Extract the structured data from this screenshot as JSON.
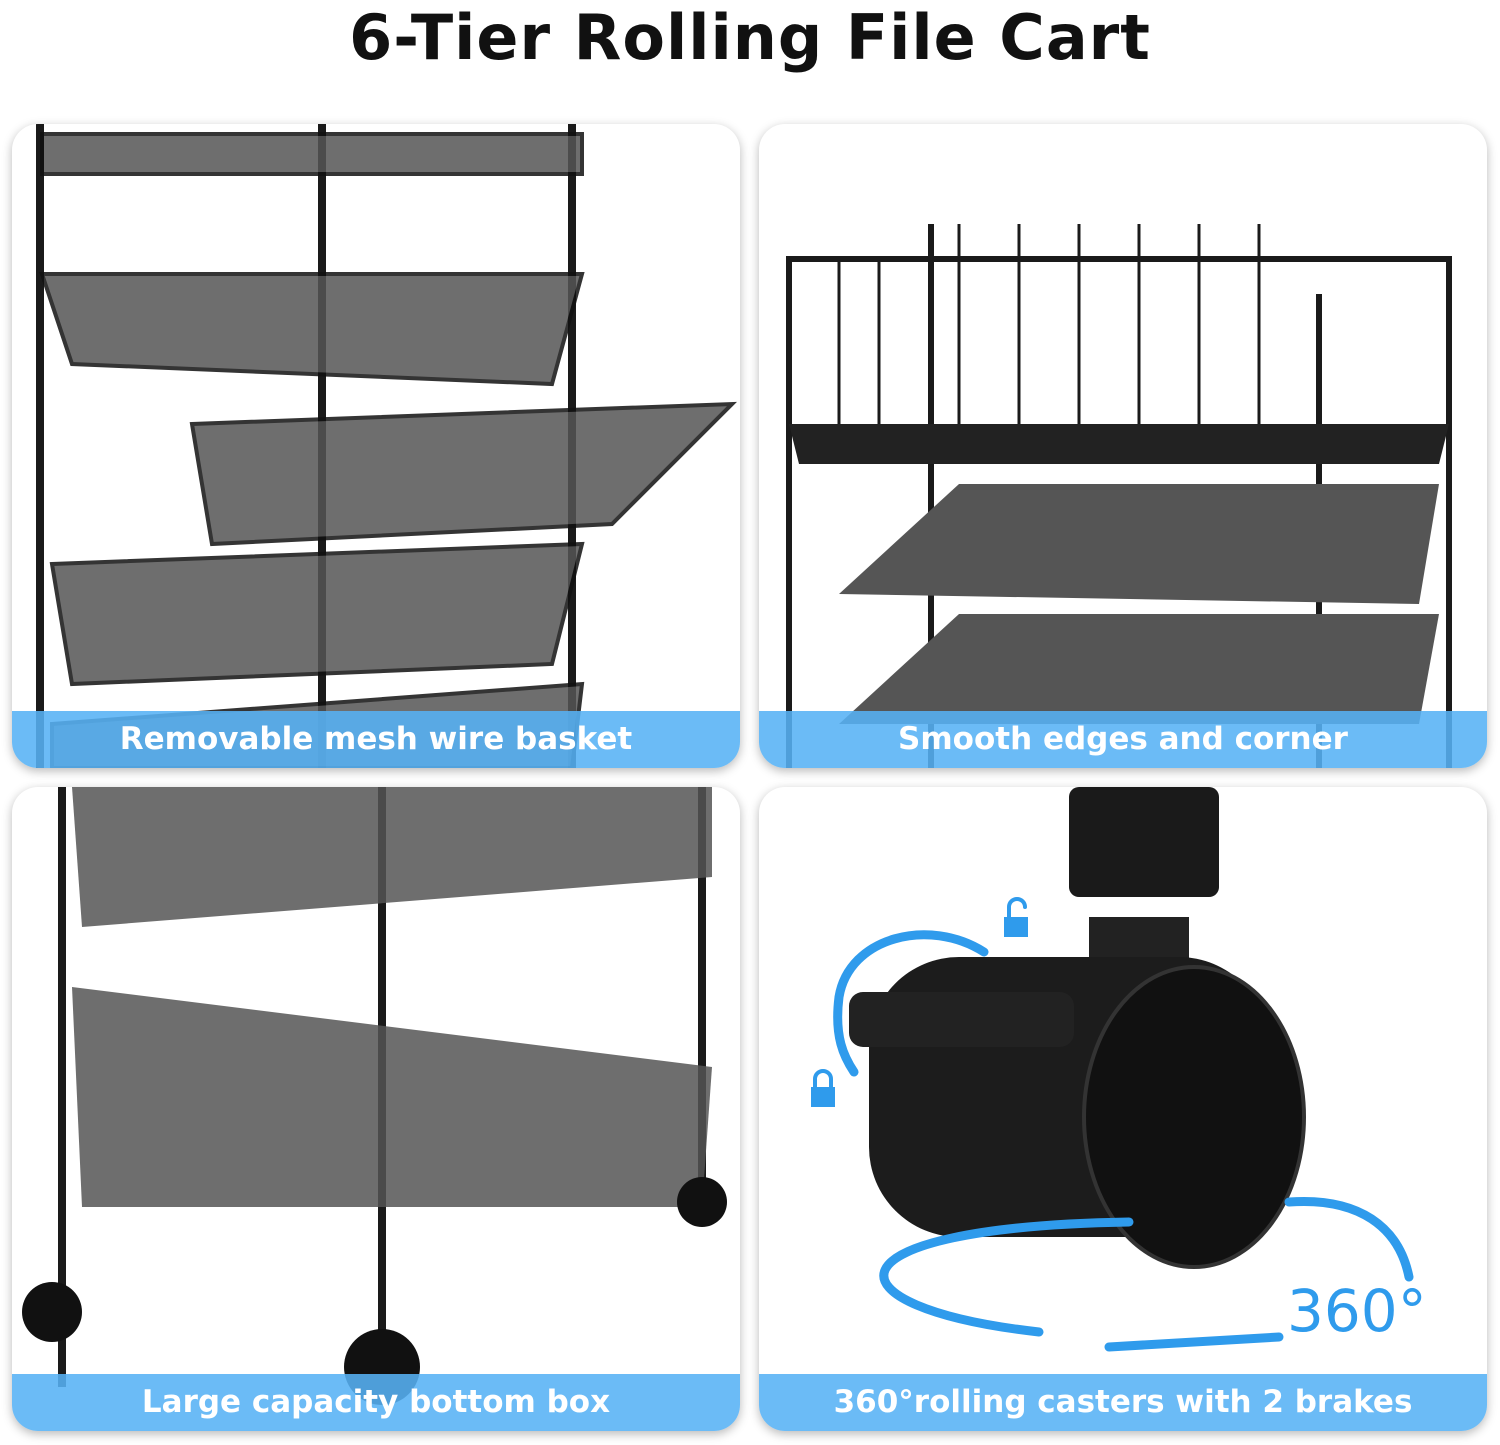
{
  "title": "6-Tier Rolling File Cart",
  "panels": [
    {
      "caption": "Removable mesh wire basket"
    },
    {
      "caption": "Smooth edges and corner"
    },
    {
      "caption": "Large capacity bottom box"
    },
    {
      "caption": "360°rolling casters with 2 brakes",
      "rotation_label": "360°"
    }
  ],
  "colors": {
    "accent": "#56b2f5",
    "arrow": "#2f9bec",
    "frame": "#1a1a1a"
  }
}
